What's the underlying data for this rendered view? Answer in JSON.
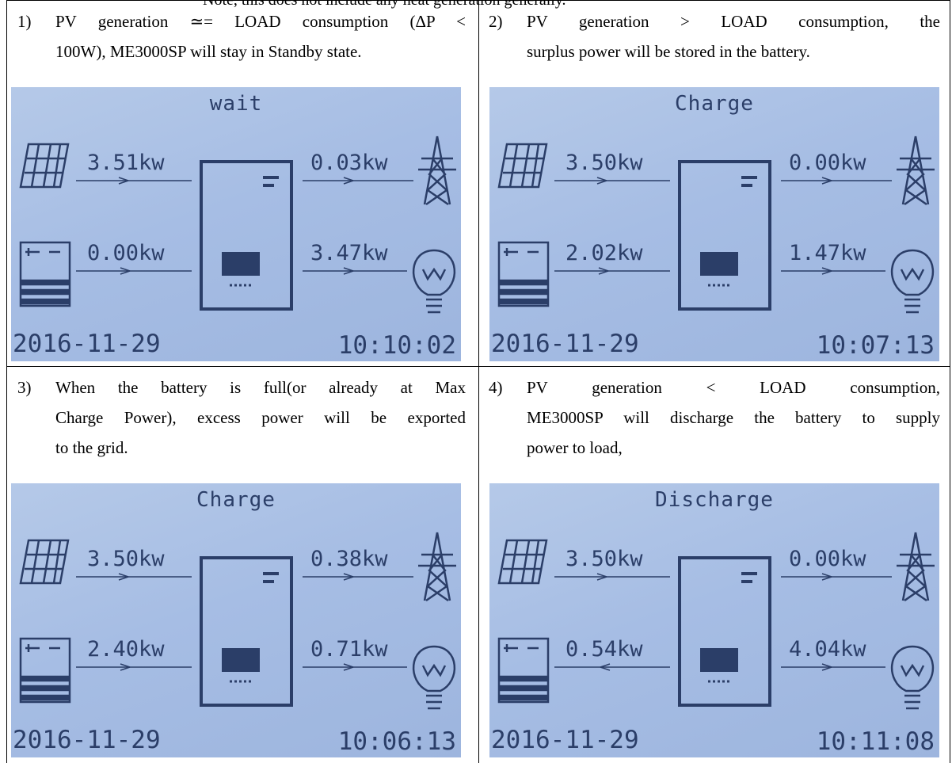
{
  "top_fragment": "Note, this does not include any heat generation generally.",
  "cells": [
    {
      "number": "1)",
      "caption_lines": [
        "PV generation ≃= LOAD consumption (ΔP <",
        "100W), ME3000SP will stay in Standby state."
      ],
      "lcd": {
        "mode": "wait",
        "pv": "3.51kw",
        "grid": "0.03kw",
        "battery": "0.00kw",
        "load": "3.47kw",
        "date": "2016-11-29",
        "time": "10:10:02",
        "battery_flow": "to-battery"
      }
    },
    {
      "number": "2)",
      "caption_lines": [
        "PV generation > LOAD consumption, the",
        "surplus power will be stored in the battery."
      ],
      "lcd": {
        "mode": "Charge",
        "pv": "3.50kw",
        "grid": "0.00kw",
        "battery": "2.02kw",
        "load": "1.47kw",
        "date": "2016-11-29",
        "time": "10:07:13",
        "battery_flow": "to-battery"
      }
    },
    {
      "number": "3)",
      "caption_lines": [
        "When the battery is full(or already at Max",
        "Charge Power), excess power will be exported",
        "to the grid."
      ],
      "lcd": {
        "mode": "Charge",
        "pv": "3.50kw",
        "grid": "0.38kw",
        "battery": "2.40kw",
        "load": "0.71kw",
        "date": "2016-11-29",
        "time": "10:06:13",
        "battery_flow": "to-battery"
      }
    },
    {
      "number": "4)",
      "caption_lines": [
        "PV generation < LOAD consumption,",
        "ME3000SP will discharge the battery to supply",
        "power to load,"
      ],
      "lcd": {
        "mode": "Discharge",
        "pv": "3.50kw",
        "grid": "0.00kw",
        "battery": "0.54kw",
        "load": "4.04kw",
        "date": "2016-11-29",
        "time": "10:11:08",
        "battery_flow": "from-battery"
      }
    }
  ]
}
